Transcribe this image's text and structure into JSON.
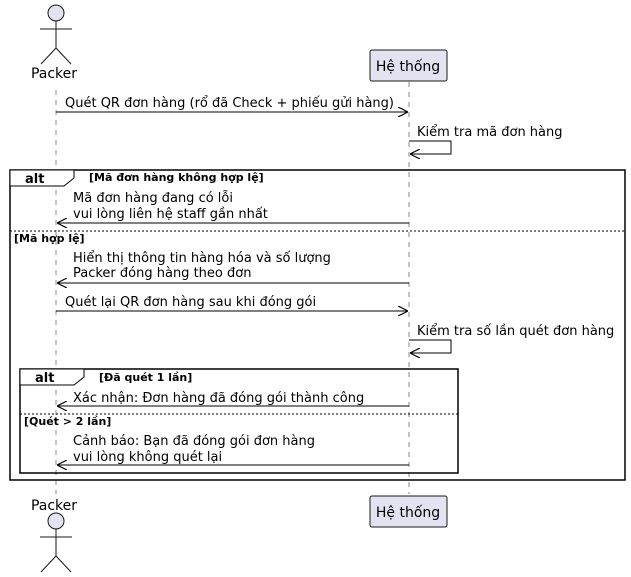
{
  "participants": {
    "actor": "Packer",
    "system": "Hệ thống"
  },
  "messages": {
    "m1": "Quét QR đơn hàng (rổ đã Check + phiếu gửi hàng)",
    "m2": "Kiểm tra mã đơn hàng",
    "m3_line1": "Mã đơn hàng đang có lỗi",
    "m3_line2": "vui lòng liên hệ staff gần nhất",
    "m4_line1": "Hiển thị thông tin hàng hóa và số lượng",
    "m4_line2": "Packer đóng hàng theo đơn",
    "m5": "Quét lại QR đơn hàng sau khi đóng gói",
    "m6": "Kiểm tra số lần quét đơn hàng",
    "m7": "Xác nhận: Đơn hàng đã đóng gói thành công",
    "m8_line1": "Cảnh báo: Bạn đã đóng gói đơn hàng",
    "m8_line2": "vui lòng không quét lại"
  },
  "fragments": {
    "outer": {
      "keyword": "alt",
      "guard1": "[Mã đơn hàng không hợp lệ]",
      "guard2": "[Mã hợp lệ]"
    },
    "inner": {
      "keyword": "alt",
      "guard1": "[Đã quét 1 lần]",
      "guard2": "[Quét > 2 lần]"
    }
  }
}
